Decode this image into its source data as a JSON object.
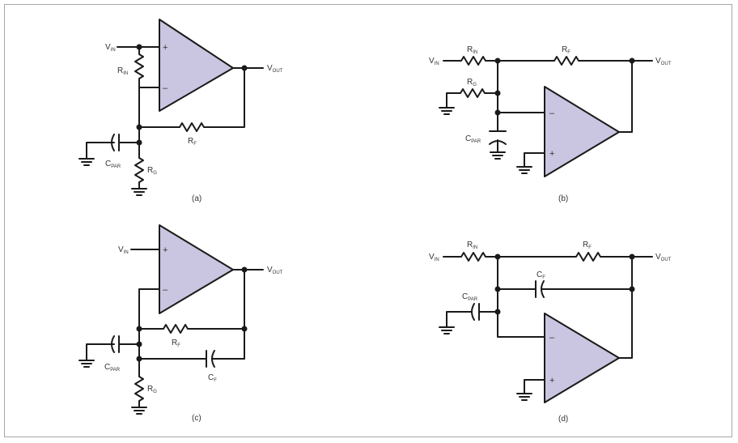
{
  "colors": {
    "wire": "#1a1a1a",
    "opamp_fill": "#cac5e0",
    "frame": "#a7a7a7",
    "text": "#333333"
  },
  "icons": [
    "opamp-symbol",
    "resistor-symbol",
    "capacitor-symbol",
    "ground-symbol",
    "junction-dot"
  ],
  "signs": {
    "plus": "+",
    "minus": "–"
  },
  "labels": {
    "vin": {
      "main": "V",
      "sub": "IN"
    },
    "vout": {
      "main": "V",
      "sub": "OUT"
    },
    "rin": {
      "main": "R",
      "sub": "IN"
    },
    "rf": {
      "main": "R",
      "sub": "F"
    },
    "rg": {
      "main": "R",
      "sub": "G"
    },
    "cpar": {
      "main": "C",
      "sub": "PAR"
    },
    "cf": {
      "main": "C",
      "sub": "F"
    }
  },
  "captions": {
    "a": "(a)",
    "b": "(b)",
    "c": "(c)",
    "d": "(d)"
  }
}
